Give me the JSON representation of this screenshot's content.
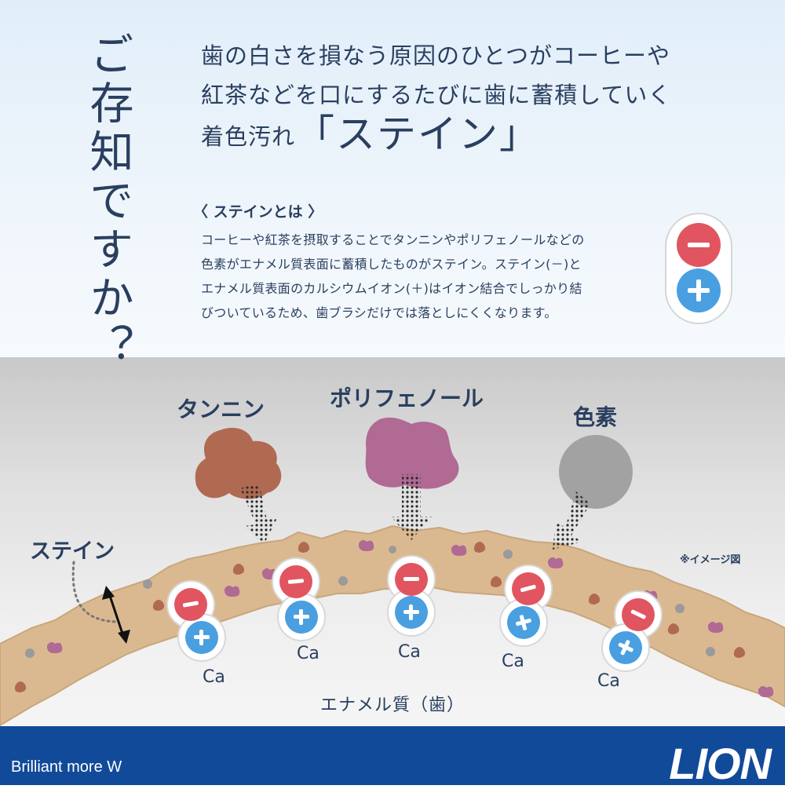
{
  "vertical_title": "ご存知ですか？",
  "headline": {
    "line1": "歯の白さを損なう原因のひとつがコーヒーや",
    "line2": "紅茶などを口にするたびに歯に蓄積していく",
    "line3_prefix": "着色汚れ",
    "line3_big": "「ステイン」"
  },
  "info": {
    "heading": "〈 ステインとは 〉",
    "lines": [
      "コーヒーや紅茶を摂取することでタンニンやポリフェノールなどの",
      "色素がエナメル質表面に蓄積したものがステイン。ステイン(－)と",
      "エナメル質表面のカルシウムイオン(＋)はイオン結合でしっかり結",
      "びついているため、歯ブラシだけでは落としにくくなります。"
    ]
  },
  "diagram": {
    "labels": {
      "tannin": "タンニン",
      "polyphenol": "ポリフェノール",
      "pigment": "色素",
      "stain": "ステイン",
      "note": "※イメージ図",
      "enamel": "エナメル質（歯）"
    },
    "calcium_label": "Ca",
    "colors": {
      "tannin": "#b06a52",
      "polyphenol": "#b06a94",
      "pigment": "#a2a2a2",
      "stain_band": "#dbb990",
      "minus": "#e05560",
      "plus": "#4a9fe0",
      "footer": "#124a9a"
    }
  },
  "footer": {
    "brand": "Brilliant more W",
    "logo": "LION"
  }
}
